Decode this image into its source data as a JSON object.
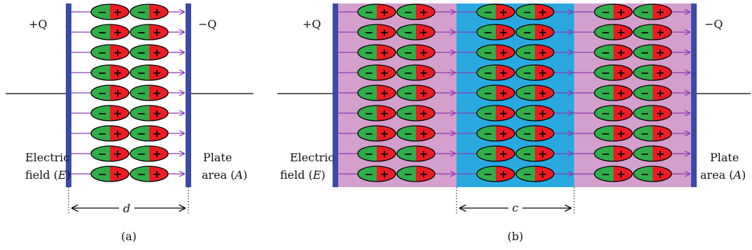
{
  "panel_a": {
    "plus_q": "+Q",
    "minus_q": "−Q",
    "field_line1": "Electric",
    "field_line2_prefix": "field (",
    "field_symbol": "E",
    "field_line2_suffix": ")",
    "area_line1": "Plate",
    "area_line2_prefix": "area (",
    "area_symbol": "A",
    "area_line2_suffix": ")",
    "gap_symbol": "d",
    "caption": "(a)",
    "dipole_rows": 9,
    "dipoles_per_row": 2
  },
  "panel_b": {
    "plus_q": "+Q",
    "minus_q": "−Q",
    "field_line1": "Electric",
    "field_line2_prefix": "field (",
    "field_symbol": "E",
    "field_line2_suffix": ")",
    "area_line1": "Plate",
    "area_line2_prefix": "area (",
    "area_symbol": "A",
    "area_line2_suffix": ")",
    "gap_symbol": "c",
    "caption": "(b)",
    "dipole_rows": 9,
    "dipoles_per_region": 2,
    "regions": 3
  },
  "dipole": {
    "neg_sign": "−",
    "pos_sign": "+"
  },
  "colors": {
    "plate": "#3b4aa8",
    "field_line": "#8a3ab0",
    "dipole_negative": "#2fae4a",
    "dipole_positive": "#ec1c24",
    "dielectric_outer": "#d39fcd",
    "dielectric_inner": "#29a9e0",
    "wire": "#000000"
  }
}
